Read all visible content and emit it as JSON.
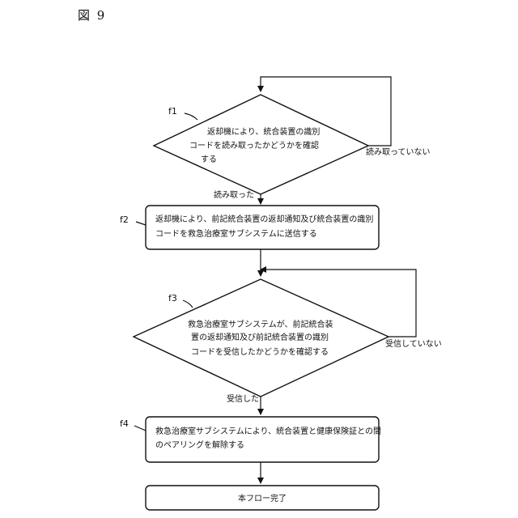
{
  "figure_label": "図 9",
  "steps": {
    "f1": {
      "ref": "f1",
      "lines": [
        "返却機により、統合装置の識別",
        "コードを読み取ったかどうかを確認",
        "する"
      ],
      "yes_label": "読み取った",
      "no_label": "読み取っていない"
    },
    "f2": {
      "ref": "f2",
      "lines": [
        "返却機により、前記統合装置の返却通知及び統合装置の識別",
        "コードを救急治療室サブシステムに送信する"
      ]
    },
    "f3": {
      "ref": "f3",
      "lines": [
        "救急治療室サブシステムが、前記統合装",
        "置の返却通知及び前記統合装置の識別",
        "コードを受信したかどうかを確認する"
      ],
      "yes_label": "受信した",
      "no_label": "受信していない"
    },
    "f4": {
      "ref": "f4",
      "lines": [
        "救急治療室サブシステムにより、統合装置と健康保険証との間",
        "のペアリングを解除する"
      ]
    },
    "end": {
      "label": "本フロー完了"
    }
  }
}
